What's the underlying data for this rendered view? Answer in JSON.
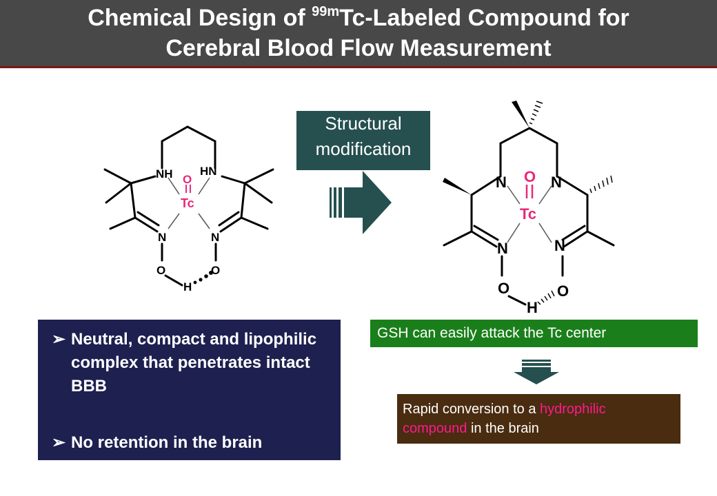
{
  "title": {
    "line1_prefix": "Chemical Design of ",
    "line1_superscript": "99m",
    "line1_suffix": "Tc-Labeled Compound for",
    "line2": "Cerebral Blood Flow Measurement"
  },
  "left_molecule": {
    "atoms": {
      "nh": "NH",
      "hn": "HN",
      "o_top": "O",
      "tc": "Tc",
      "n_left": "N",
      "n_right": "N",
      "o_left": "O",
      "o_right": "O",
      "h": "H"
    }
  },
  "structural": {
    "line1": "Structural",
    "line2": "modification"
  },
  "right_molecule": {
    "atoms": {
      "n_tl": "N",
      "n_tr": "N",
      "o_top": "O",
      "tc": "Tc",
      "n_bl": "N",
      "n_br": "N",
      "o_left": "O",
      "o_right": "O",
      "h": "H"
    }
  },
  "bullets": [
    {
      "mark": "➢",
      "text": "Neutral, compact and lipophilic complex that penetrates intact BBB"
    },
    {
      "mark": "➢",
      "text": "No retention in the brain"
    }
  ],
  "gsh_text": "GSH can easily attack the Tc center",
  "rapid": {
    "part1": "Rapid conversion to a ",
    "highlight1": "hydrophilic",
    "highlight2": "compound",
    "part2": " in the brain"
  },
  "colors": {
    "title_bg": "#484848",
    "title_underline": "#7a1616",
    "structural_bg": "#264f4f",
    "bullet_bg": "#1e2050",
    "gsh_bg": "#1a7f1a",
    "rapid_bg": "#4a2c10",
    "highlight": "#ff1a8c",
    "metal_label": "#e8287a"
  },
  "icons": {
    "right_arrow": "block-right-arrow-icon",
    "down_arrow": "down-arrow-icon"
  }
}
